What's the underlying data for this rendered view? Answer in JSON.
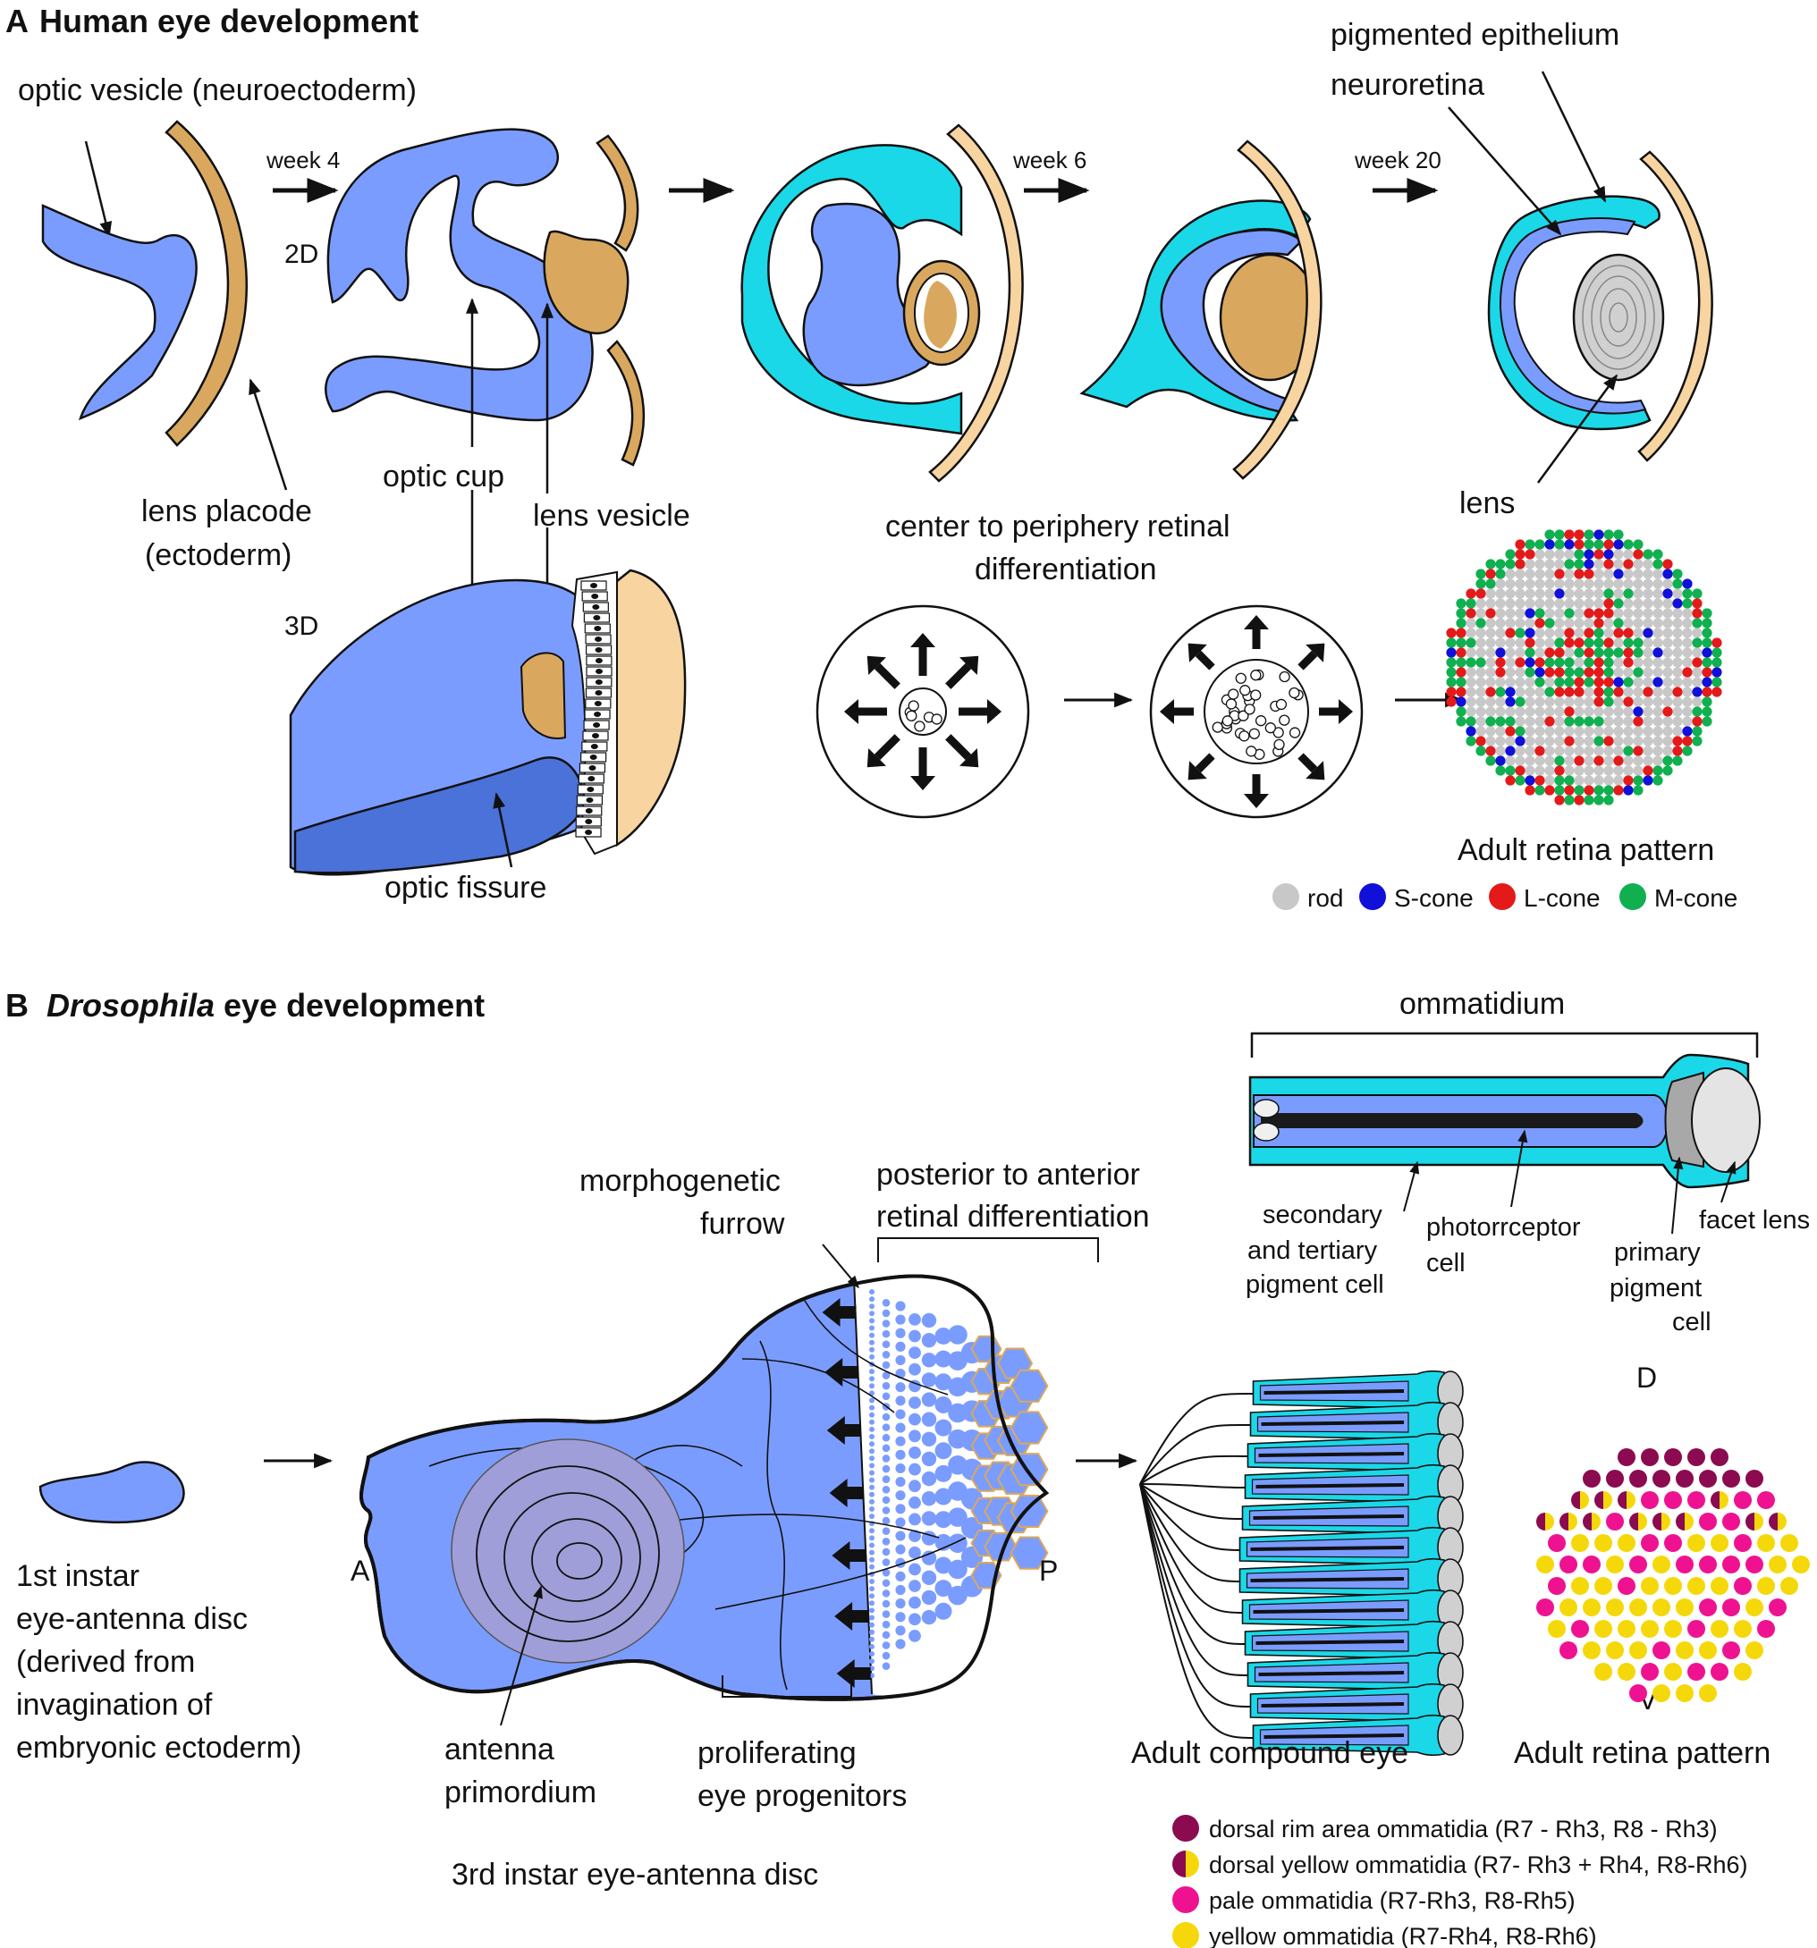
{
  "panelA": {
    "letter": "A",
    "title": "Human eye development",
    "labels": {
      "optic_vesicle": "optic vesicle (neuroectoderm)",
      "week4": "week 4",
      "week6": "week 6",
      "week20": "week 20",
      "label2d": "2D",
      "label3d": "3D",
      "pigmented_epithelium": "pigmented epithelium",
      "neuroretina": "neuroretina",
      "lens_placode_1": "lens placode",
      "lens_placode_2": "(ectoderm)",
      "optic_cup": "optic cup",
      "lens_vesicle": "lens vesicle",
      "lens": "lens",
      "center_periphery_1": "center to periphery retinal",
      "center_periphery_2": "differentiation",
      "optic_fissure": "optic fissure",
      "adult_retina": "Adult retina pattern"
    },
    "legend": [
      {
        "label": "rod",
        "color": "#c8c8c8"
      },
      {
        "label": "S-cone",
        "color": "#1010d8"
      },
      {
        "label": "L-cone",
        "color": "#e41a1a"
      },
      {
        "label": "M-cone",
        "color": "#10b050"
      }
    ]
  },
  "panelB": {
    "letter": "B",
    "title_italic": "Drosophila",
    "title_rest": " eye development",
    "labels": {
      "ommatidium": "ommatidium",
      "secondary_1": "secondary",
      "secondary_2": "and tertiary",
      "secondary_3": "pigment cell",
      "photoreceptor_1": "photorrceptor",
      "photoreceptor_2": "cell",
      "primary_1": "primary",
      "primary_2": "pigment",
      "primary_3": "cell",
      "facet_lens": "facet lens",
      "morph_1": "morphogenetic",
      "morph_2": "furrow",
      "post_ant_1": "posterior to anterior",
      "post_ant_2": "retinal differentiation",
      "first_instar_1": "1st instar",
      "first_instar_2": "eye-antenna disc",
      "first_instar_3": "(derived from",
      "first_instar_4": "invagination of",
      "first_instar_5": "embryonic ectoderm)",
      "A": "A",
      "P": "P",
      "D": "D",
      "V": "V",
      "antenna_1": "antenna",
      "antenna_2": "primordium",
      "prolif_1": "proliferating",
      "prolif_2": "eye progenitors",
      "third_instar": "3rd instar  eye-antenna disc",
      "compound_eye": "Adult compound eye",
      "adult_retina": "Adult retina pattern"
    },
    "legend": [
      {
        "label": "dorsal rim area ommatidia (R7 - Rh3, R8 - Rh3)",
        "color": "#8b0a50",
        "split": false
      },
      {
        "label": "dorsal yellow ommatidia (R7- Rh3 + Rh4, R8-Rh6)",
        "color": "#8b0a50",
        "color2": "#f5d80a",
        "split": true
      },
      {
        "label": "pale ommatidia (R7-Rh3, R8-Rh5)",
        "color": "#ee1290",
        "split": false
      },
      {
        "label": "yellow ommatidia (R7-Rh4, R8-Rh6)",
        "color": "#f5d80a",
        "split": false
      }
    ]
  },
  "colors": {
    "neuro_blue": "#7b9cff",
    "dark_blue": "#4a72d8",
    "cyan": "#1ad8e8",
    "lens_tan": "#d9a85e",
    "ectoderm_light": "#f7d4a0"
  }
}
